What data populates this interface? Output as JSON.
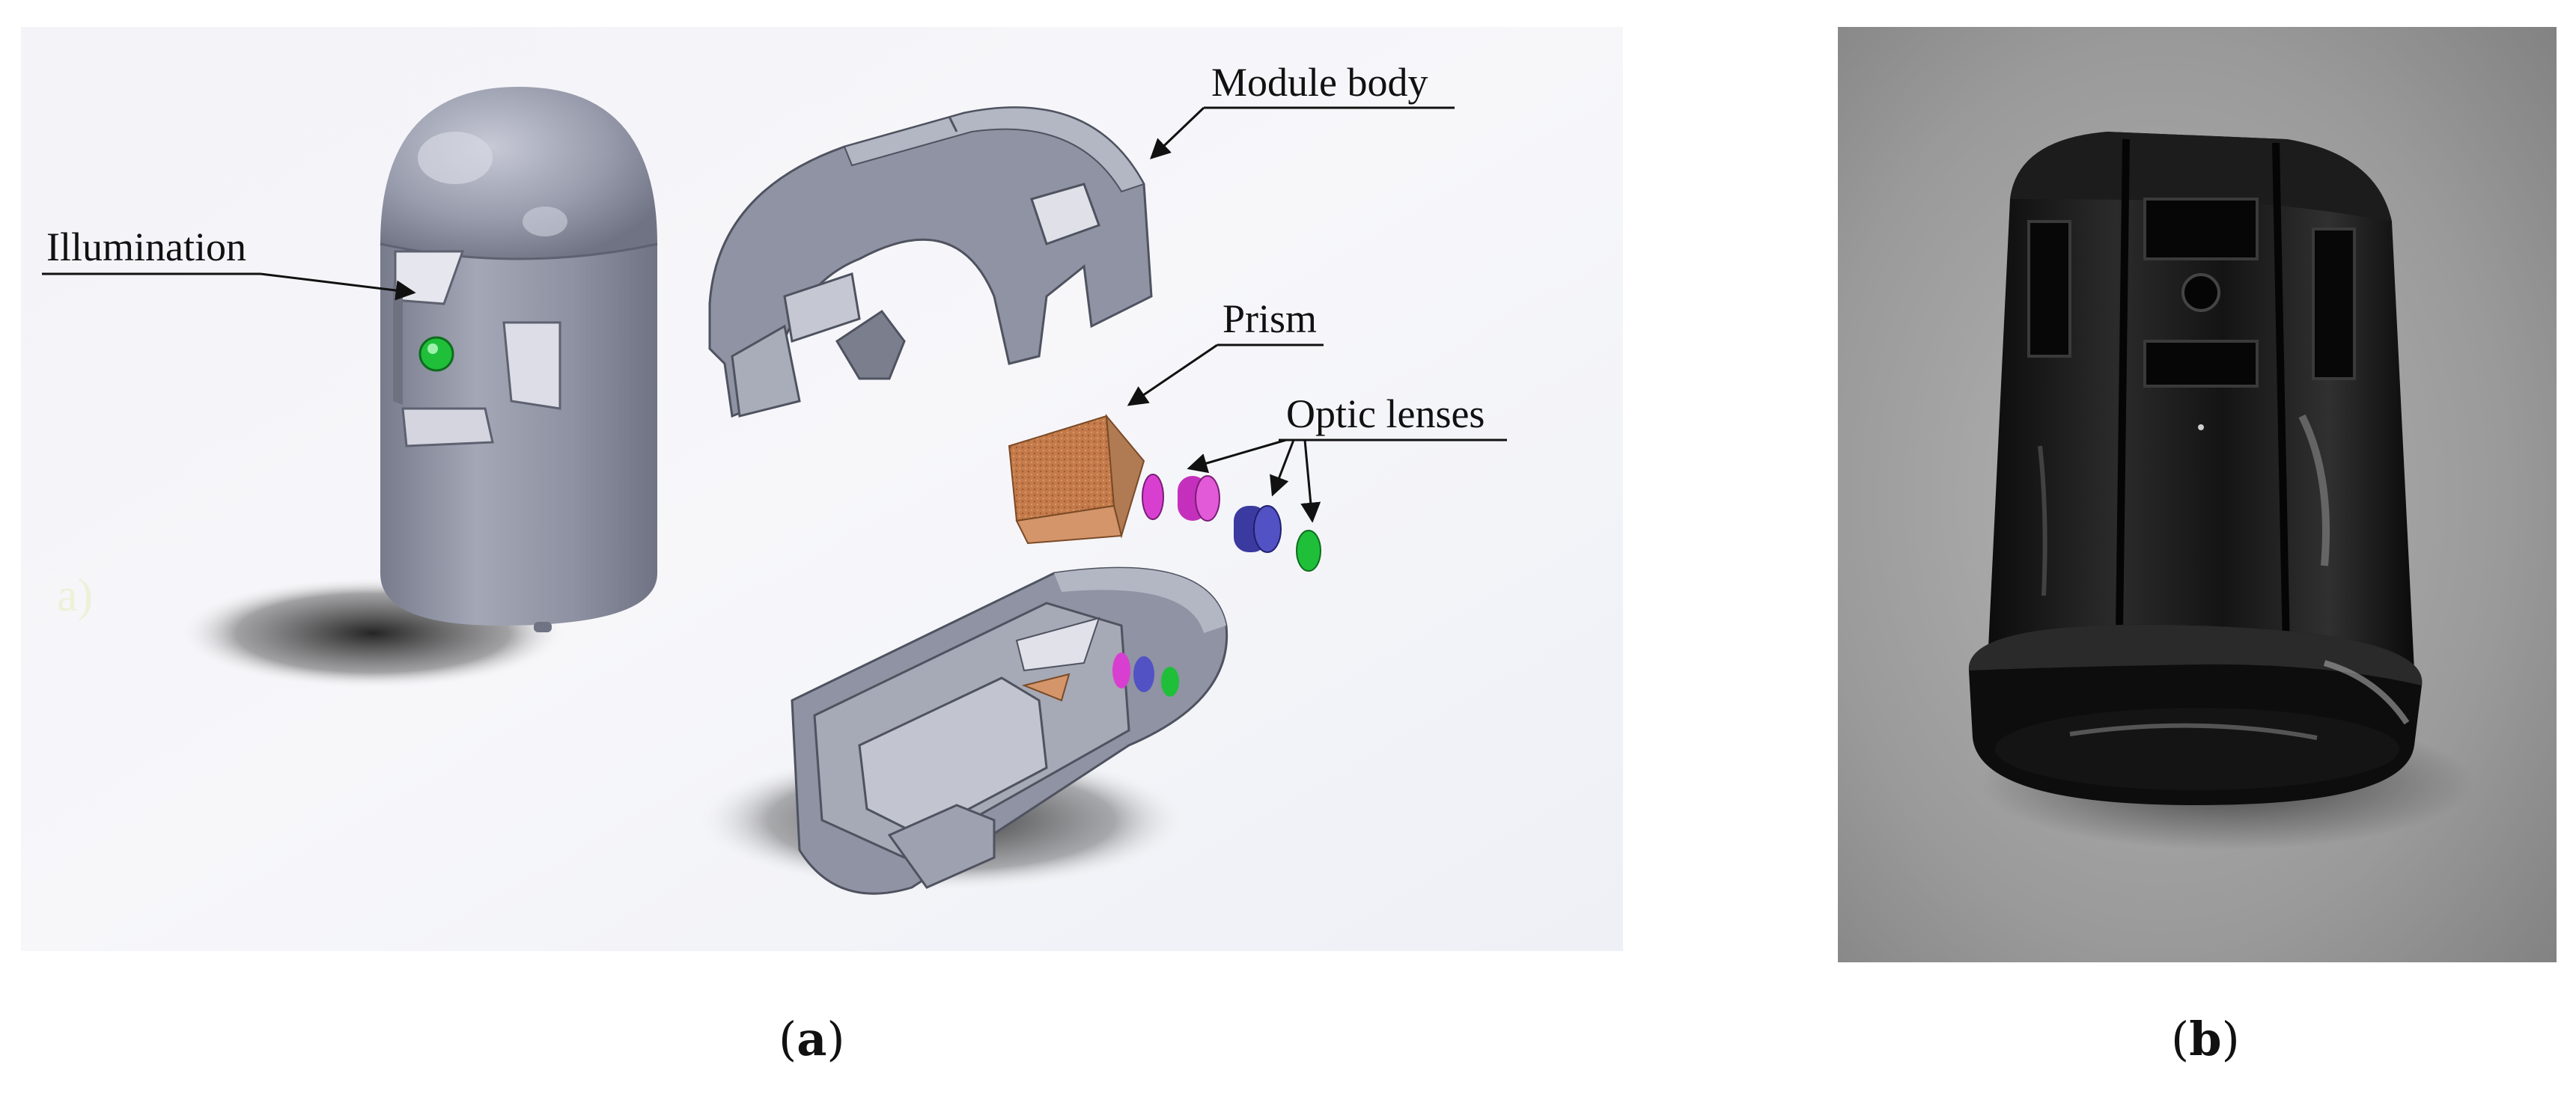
{
  "figure": {
    "panel_a": {
      "labels": {
        "module_body": "Module body",
        "illumination": "Illumination",
        "prism": "Prism",
        "optic_lenses": "Optic lenses",
        "watermark": "a)"
      },
      "colors": {
        "body_grey": "#8f93a3",
        "lens_green": "#1fbf3a",
        "lens_magenta": "#d83fd0",
        "lens_blue": "#4a4ab8",
        "prism_orange": "#c47a4a"
      }
    },
    "panel_b": {
      "colors": {
        "background": "#9a9a9a",
        "object": "#151515"
      }
    },
    "captions": {
      "a_open": "(",
      "a_letter": "a",
      "a_close": ")",
      "b_open": "(",
      "b_letter": "b",
      "b_close": ")"
    }
  }
}
